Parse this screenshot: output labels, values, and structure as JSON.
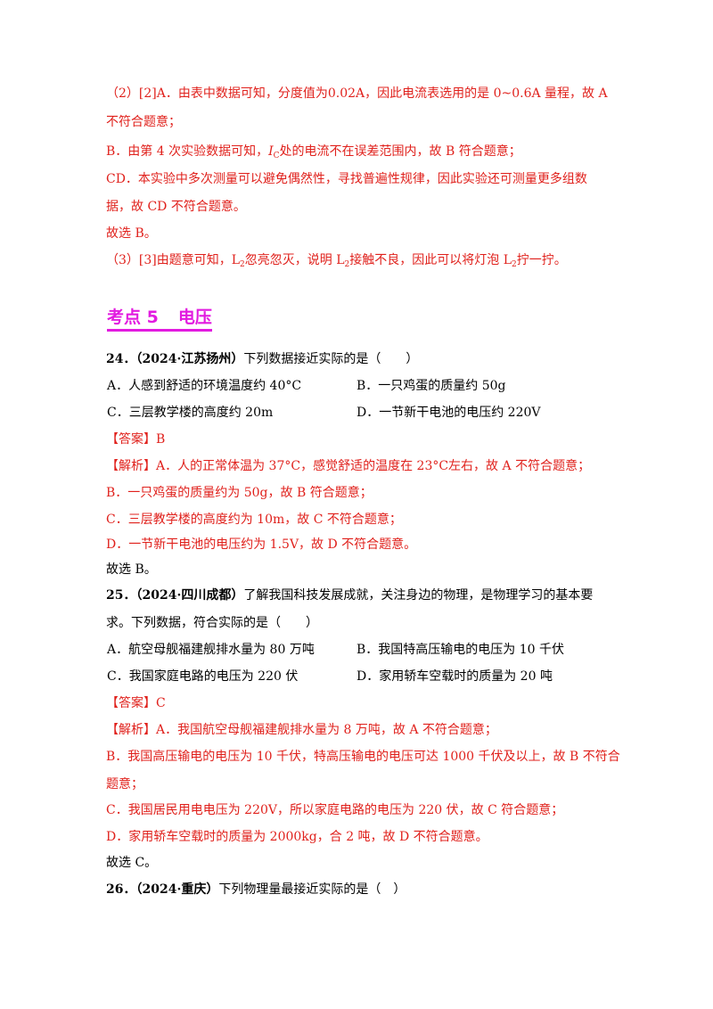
{
  "prev": {
    "p1a": "（2）[2]A．由表中数据可知，分度值为0.02A，因此电流表选用的是 0~0.6A 量程，故 A",
    "p1b": "不符合题意；",
    "p2_pre": "B．由第 4 次实验数据可知，",
    "p2_var": "I",
    "p2_sub": "C",
    "p2_post": "处的电流不在误差范围内，故 B 符合题意；",
    "p3a": "CD．本实验中多次测量可以避免偶然性，寻找普遍性规律，因此实验还可测量更多组数",
    "p3b": "据，故 CD 不符合题意。",
    "p4": "故选 B。",
    "p5_a": "（3）[3]由题意可知，L",
    "p5_s1": "2",
    "p5_b": "忽亮忽灭，说明 L",
    "p5_s2": "2",
    "p5_c": "接触不良，因此可以将灯泡 L",
    "p5_s3": "2",
    "p5_d": "拧一拧。"
  },
  "section": {
    "label": "考点 5",
    "title": "电压"
  },
  "q24": {
    "num": "24．",
    "source": "（2024·江苏扬州）",
    "stem": "下列数据接近实际的是（　　）",
    "optA": "A．人感到舒适的环境温度约 40°C",
    "optB": "B．一只鸡蛋的质量约 50g",
    "optC": "C．三层教学楼的高度约 20m",
    "optD": "D．一节新干电池的电压约 220V",
    "answer_tag": "【答案】",
    "answer": "B",
    "analysis_tag": "【解析】",
    "a1": "A．人的正常体温为 37°C，感觉舒适的温度在 23°C左右，故 A 不符合题意；",
    "a2": "B．一只鸡蛋的质量约为 50g，故 B 符合题意；",
    "a3": "C．三层教学楼的高度约为 10m，故 C 不符合题意；",
    "a4": "D．一节新干电池的电压约为 1.5V，故 D 不符合题意。",
    "a5": "故选 B。"
  },
  "q25": {
    "num": "25．",
    "source": "（2024·四川成都）",
    "stem_a": "了解我国科技发展成就，关注身边的物理，是物理学习的基本要",
    "stem_b": "求。下列数据，符合实际的是（　　）",
    "optA": "A．航空母舰福建舰排水量为 80 万吨",
    "optB": "B．我国特高压输电的电压为 10 千伏",
    "optC": "C．我国家庭电路的电压为 220 伏",
    "optD": "D．家用轿车空载时的质量为 20 吨",
    "answer_tag": "【答案】",
    "answer": "C",
    "analysis_tag": "【解析】",
    "a1": "A．我国航空母舰福建舰排水量为 8 万吨，故 A 不符合题意；",
    "a2a": "B．我国高压输电的电压为 10 千伏，特高压输电的电压可达 1000 千伏及以上，故 B 不符合",
    "a2b": "题意；",
    "a3": "C．我国居民用电电压为 220V，所以家庭电路的电压为 220 伏，故 C 符合题意；",
    "a4": "D．家用轿车空载时的质量为 2000kg，合 2 吨，故 D 不符合题意。",
    "a5": "故选 C。"
  },
  "q26": {
    "num": "26．",
    "source": "（2024·重庆）",
    "stem": "下列物理量最接近实际的是（　）"
  }
}
